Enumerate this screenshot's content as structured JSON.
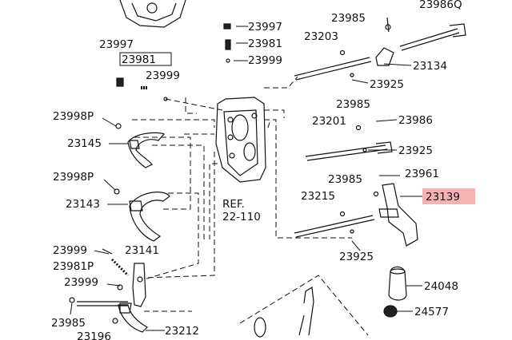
{
  "diagram": {
    "parts": [
      {
        "id": "p23997a",
        "num": "23997"
      },
      {
        "id": "p23981a",
        "num": "23981"
      },
      {
        "id": "p23999a",
        "num": "23999"
      },
      {
        "id": "p23985a",
        "num": "23985"
      },
      {
        "id": "p23986q",
        "num": "23986Q"
      },
      {
        "id": "p23203",
        "num": "23203"
      },
      {
        "id": "p23134",
        "num": "23134"
      },
      {
        "id": "p23925a",
        "num": "23925"
      },
      {
        "id": "p23997b",
        "num": "23997"
      },
      {
        "id": "p23981b",
        "num": "23981"
      },
      {
        "id": "p23999b",
        "num": "23999"
      },
      {
        "id": "p23998pa",
        "num": "23998P"
      },
      {
        "id": "p23145",
        "num": "23145"
      },
      {
        "id": "p23985b",
        "num": "23985"
      },
      {
        "id": "p23201",
        "num": "23201"
      },
      {
        "id": "p23986",
        "num": "23986"
      },
      {
        "id": "p23925b",
        "num": "23925"
      },
      {
        "id": "p23998pb",
        "num": "23998P"
      },
      {
        "id": "p23143",
        "num": "23143"
      },
      {
        "id": "p23985c",
        "num": "23985"
      },
      {
        "id": "p23961",
        "num": "23961"
      },
      {
        "id": "p23215",
        "num": "23215"
      },
      {
        "id": "p23139",
        "num": "23139"
      },
      {
        "id": "p23925c",
        "num": "23925"
      },
      {
        "id": "p23999c",
        "num": "23999"
      },
      {
        "id": "p23141",
        "num": "23141"
      },
      {
        "id": "p23981p",
        "num": "23981P"
      },
      {
        "id": "p23999d",
        "num": "23999"
      },
      {
        "id": "p24048",
        "num": "24048"
      },
      {
        "id": "p24577",
        "num": "24577"
      },
      {
        "id": "p23985d",
        "num": "23985"
      },
      {
        "id": "p23212",
        "num": "23212"
      },
      {
        "id": "p23196",
        "num": "23196"
      }
    ],
    "ref_line1": "REF.",
    "ref_line2": "22-110",
    "highlight_color": "#f4b4b4"
  }
}
